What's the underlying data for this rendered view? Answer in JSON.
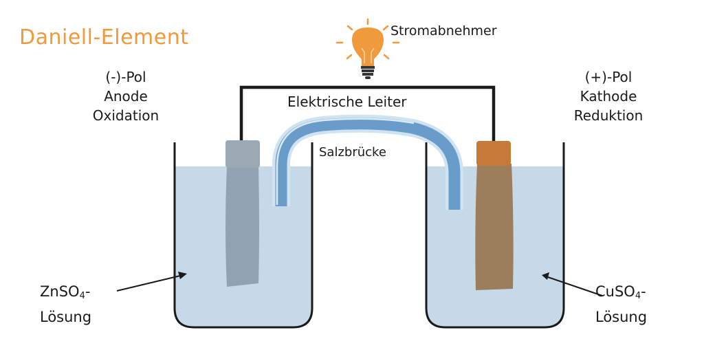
{
  "title": "Daniell-Element",
  "lamp": {
    "label": "Stromabnehmer"
  },
  "anode": {
    "pole": "(-)-Pol",
    "role": "Anode",
    "process": "Oxidation"
  },
  "cathode": {
    "pole": "(+)-Pol",
    "role": "Kathode",
    "process": "Reduktion"
  },
  "conductor": {
    "label": "Elektrische Leiter"
  },
  "salt_bridge": {
    "label": "Salzbrücke"
  },
  "left_solution": {
    "formula_main": "ZnSO",
    "formula_sub": "4",
    "formula_tail": "-",
    "line2": "Lösung"
  },
  "right_solution": {
    "formula_main": "CuSO",
    "formula_sub": "4",
    "formula_tail": "-",
    "line2": "Lösung"
  },
  "colors": {
    "title": "#ef9a3c",
    "bulb": "#ef9a3c",
    "solution": "#c5d9e6",
    "zinc_electrode": "#8fa3b1",
    "copper_electrode": "#9c7d5c",
    "copper_cap": "#c57a3a",
    "salt_bridge": "#6a9cc9",
    "wire": "#1a1a1a"
  }
}
